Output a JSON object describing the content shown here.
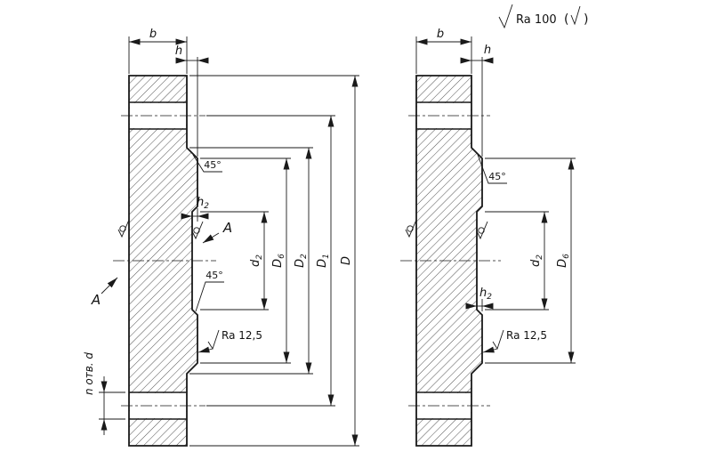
{
  "drawing": {
    "general_note": {
      "roughness": "Ra 100",
      "paren_open": "(",
      "paren_close": ")"
    },
    "left": {
      "dims": {
        "b": "b",
        "h": "h",
        "h2": {
          "base": "h",
          "sub": "2"
        },
        "d2": {
          "base": "d",
          "sub": "2"
        },
        "D6": {
          "base": "D",
          "sub": "6"
        },
        "D2": {
          "base": "D",
          "sub": "2"
        },
        "D1": {
          "base": "D",
          "sub": "1"
        },
        "D": "D"
      },
      "notes": {
        "chamfer_top": "45°",
        "chamfer_inner": "45°",
        "surface_roughness": "Ra 12,5",
        "holes": "n отв. d"
      },
      "view_labels": {
        "top": "A",
        "side": "A"
      }
    },
    "right": {
      "dims": {
        "b": "b",
        "h": "h",
        "h2": {
          "base": "h",
          "sub": "2"
        },
        "d2": {
          "base": "d",
          "sub": "2"
        },
        "D6": {
          "base": "D",
          "sub": "6"
        }
      },
      "notes": {
        "chamfer": "45°",
        "surface_roughness": "Ra 12,5"
      }
    }
  }
}
